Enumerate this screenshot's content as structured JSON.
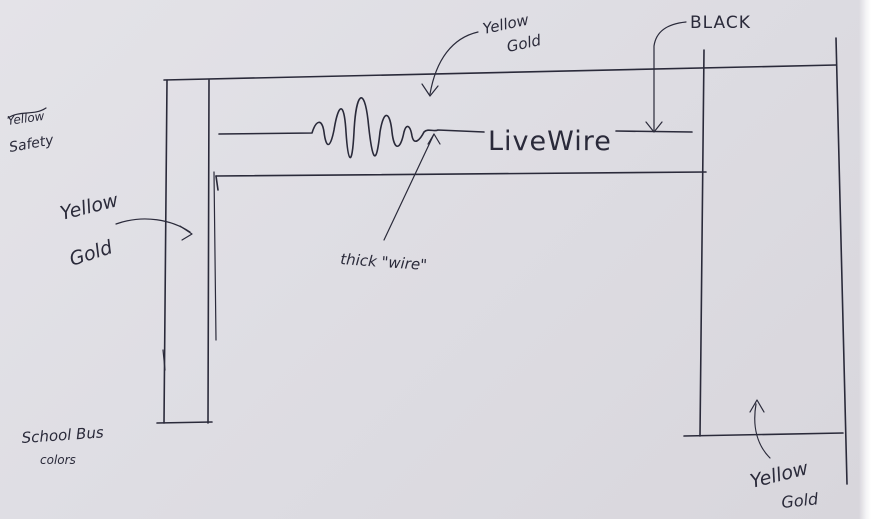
{
  "sign": {
    "text": "LiveWire"
  },
  "annotations": {
    "top_gold": [
      "Yellow",
      "Gold"
    ],
    "black": "BLACK",
    "left_gold": [
      "Yellow",
      "Gold"
    ],
    "thick_wire": "thick \"wire\"",
    "bottom_gold": [
      "Yellow",
      "Gold"
    ],
    "school_bus": [
      "School Bus",
      "colors"
    ],
    "margin_scribble": [
      "Yellow",
      "Safety"
    ]
  },
  "colors": {
    "paper": "#dedde3",
    "ink": "#2a2a3a"
  }
}
